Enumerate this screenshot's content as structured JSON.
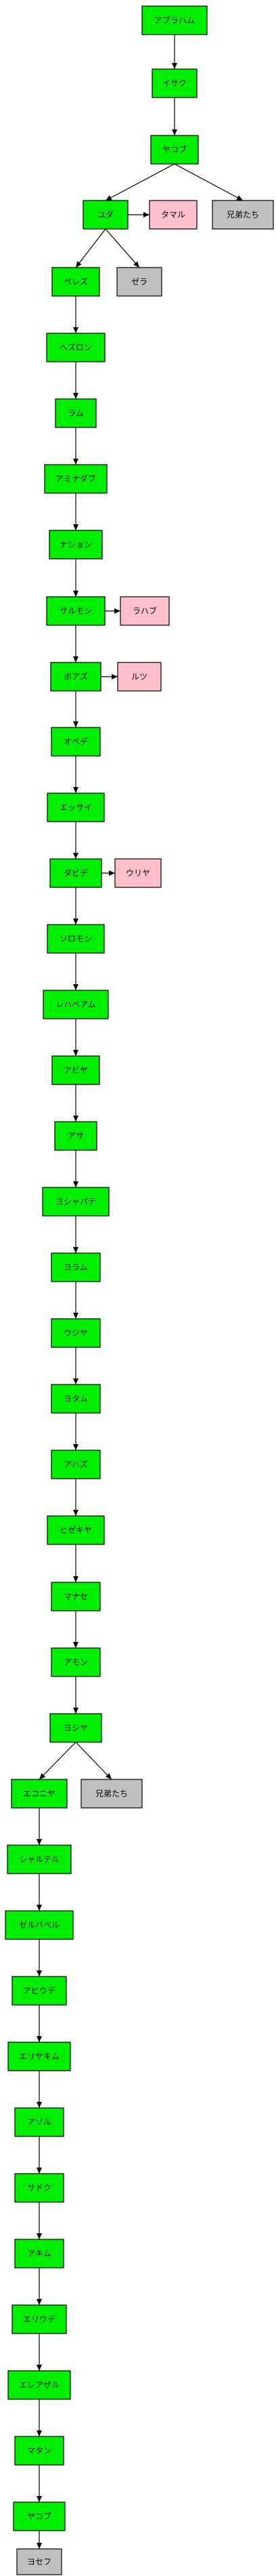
{
  "colors": {
    "lineage": "#00ee00",
    "woman": "#ffc0cb",
    "sibling": "#c0c0c0",
    "terminal": "#c0c0c0",
    "stroke": "#000000",
    "text": "#000000"
  },
  "nodes": [
    {
      "id": "abraham",
      "label": "アブラハム",
      "kind": "lineage"
    },
    {
      "id": "isaac",
      "label": "イサク",
      "kind": "lineage"
    },
    {
      "id": "jacob",
      "label": "ヤコブ",
      "kind": "lineage"
    },
    {
      "id": "brothers1",
      "label": "兄弟たち",
      "kind": "sibling"
    },
    {
      "id": "judah",
      "label": "ユダ",
      "kind": "lineage"
    },
    {
      "id": "tamar",
      "label": "タマル",
      "kind": "woman"
    },
    {
      "id": "zerah",
      "label": "ゼラ",
      "kind": "sibling"
    },
    {
      "id": "perez",
      "label": "ペレズ",
      "kind": "lineage"
    },
    {
      "id": "hezron",
      "label": "ヘズロン",
      "kind": "lineage"
    },
    {
      "id": "ram",
      "label": "ラム",
      "kind": "lineage"
    },
    {
      "id": "amminadab",
      "label": "アミナダブ",
      "kind": "lineage"
    },
    {
      "id": "nahshon",
      "label": "ナション",
      "kind": "lineage"
    },
    {
      "id": "salmon",
      "label": "サルモン",
      "kind": "lineage"
    },
    {
      "id": "rahab",
      "label": "ラハブ",
      "kind": "woman"
    },
    {
      "id": "boaz",
      "label": "ボアズ",
      "kind": "lineage"
    },
    {
      "id": "ruth",
      "label": "ルツ",
      "kind": "woman"
    },
    {
      "id": "obed",
      "label": "オベデ",
      "kind": "lineage"
    },
    {
      "id": "jesse",
      "label": "エッサイ",
      "kind": "lineage"
    },
    {
      "id": "david",
      "label": "ダビデ",
      "kind": "lineage"
    },
    {
      "id": "uriah",
      "label": "ウリヤ",
      "kind": "woman"
    },
    {
      "id": "solomon",
      "label": "ソロモン",
      "kind": "lineage"
    },
    {
      "id": "rehoboam",
      "label": "レハベアム",
      "kind": "lineage"
    },
    {
      "id": "abijah",
      "label": "アビヤ",
      "kind": "lineage"
    },
    {
      "id": "asa",
      "label": "アサ",
      "kind": "lineage"
    },
    {
      "id": "jehoshaphat",
      "label": "ヨシャパテ",
      "kind": "lineage"
    },
    {
      "id": "joram",
      "label": "ヨラム",
      "kind": "lineage"
    },
    {
      "id": "uzziah",
      "label": "ウジヤ",
      "kind": "lineage"
    },
    {
      "id": "jotham",
      "label": "ヨタム",
      "kind": "lineage"
    },
    {
      "id": "ahaz",
      "label": "アハズ",
      "kind": "lineage"
    },
    {
      "id": "hezekiah",
      "label": "ヒゼキヤ",
      "kind": "lineage"
    },
    {
      "id": "manasseh",
      "label": "マナセ",
      "kind": "lineage"
    },
    {
      "id": "amon",
      "label": "アモン",
      "kind": "lineage"
    },
    {
      "id": "josiah",
      "label": "ヨシヤ",
      "kind": "lineage"
    },
    {
      "id": "jeconiah",
      "label": "エコニヤ",
      "kind": "lineage"
    },
    {
      "id": "brothers2",
      "label": "兄弟たち",
      "kind": "sibling"
    },
    {
      "id": "shealtiel",
      "label": "シャルテル",
      "kind": "lineage"
    },
    {
      "id": "zerubbabel",
      "label": "ゼルバベル",
      "kind": "lineage"
    },
    {
      "id": "abiud",
      "label": "アビウデ",
      "kind": "lineage"
    },
    {
      "id": "eliakim",
      "label": "エリヤキム",
      "kind": "lineage"
    },
    {
      "id": "azor",
      "label": "アゾル",
      "kind": "lineage"
    },
    {
      "id": "zadok",
      "label": "サドク",
      "kind": "lineage"
    },
    {
      "id": "achim",
      "label": "アキム",
      "kind": "lineage"
    },
    {
      "id": "eliud",
      "label": "エリウデ",
      "kind": "lineage"
    },
    {
      "id": "eleazar",
      "label": "エレアザル",
      "kind": "lineage"
    },
    {
      "id": "matthan",
      "label": "マタン",
      "kind": "lineage"
    },
    {
      "id": "jacob2",
      "label": "ヤコブ",
      "kind": "lineage"
    },
    {
      "id": "joseph",
      "label": "ヨセフ",
      "kind": "terminal"
    }
  ],
  "edges": [
    [
      "abraham",
      "isaac"
    ],
    [
      "isaac",
      "jacob"
    ],
    [
      "jacob",
      "judah"
    ],
    [
      "jacob",
      "brothers1"
    ],
    [
      "judah",
      "tamar"
    ],
    [
      "judah",
      "perez"
    ],
    [
      "judah",
      "zerah"
    ],
    [
      "perez",
      "hezron"
    ],
    [
      "hezron",
      "ram"
    ],
    [
      "ram",
      "amminadab"
    ],
    [
      "amminadab",
      "nahshon"
    ],
    [
      "nahshon",
      "salmon"
    ],
    [
      "salmon",
      "rahab"
    ],
    [
      "salmon",
      "boaz"
    ],
    [
      "boaz",
      "ruth"
    ],
    [
      "boaz",
      "obed"
    ],
    [
      "obed",
      "jesse"
    ],
    [
      "jesse",
      "david"
    ],
    [
      "david",
      "uriah"
    ],
    [
      "david",
      "solomon"
    ],
    [
      "solomon",
      "rehoboam"
    ],
    [
      "rehoboam",
      "abijah"
    ],
    [
      "abijah",
      "asa"
    ],
    [
      "asa",
      "jehoshaphat"
    ],
    [
      "jehoshaphat",
      "joram"
    ],
    [
      "joram",
      "uzziah"
    ],
    [
      "uzziah",
      "jotham"
    ],
    [
      "jotham",
      "ahaz"
    ],
    [
      "ahaz",
      "hezekiah"
    ],
    [
      "hezekiah",
      "manasseh"
    ],
    [
      "manasseh",
      "amon"
    ],
    [
      "amon",
      "josiah"
    ],
    [
      "josiah",
      "jeconiah"
    ],
    [
      "josiah",
      "brothers2"
    ],
    [
      "jeconiah",
      "shealtiel"
    ],
    [
      "shealtiel",
      "zerubbabel"
    ],
    [
      "zerubbabel",
      "abiud"
    ],
    [
      "abiud",
      "eliakim"
    ],
    [
      "eliakim",
      "azor"
    ],
    [
      "azor",
      "zadok"
    ],
    [
      "zadok",
      "achim"
    ],
    [
      "achim",
      "eliud"
    ],
    [
      "eliud",
      "eleazar"
    ],
    [
      "eleazar",
      "matthan"
    ],
    [
      "matthan",
      "jacob2"
    ],
    [
      "jacob2",
      "joseph"
    ]
  ]
}
